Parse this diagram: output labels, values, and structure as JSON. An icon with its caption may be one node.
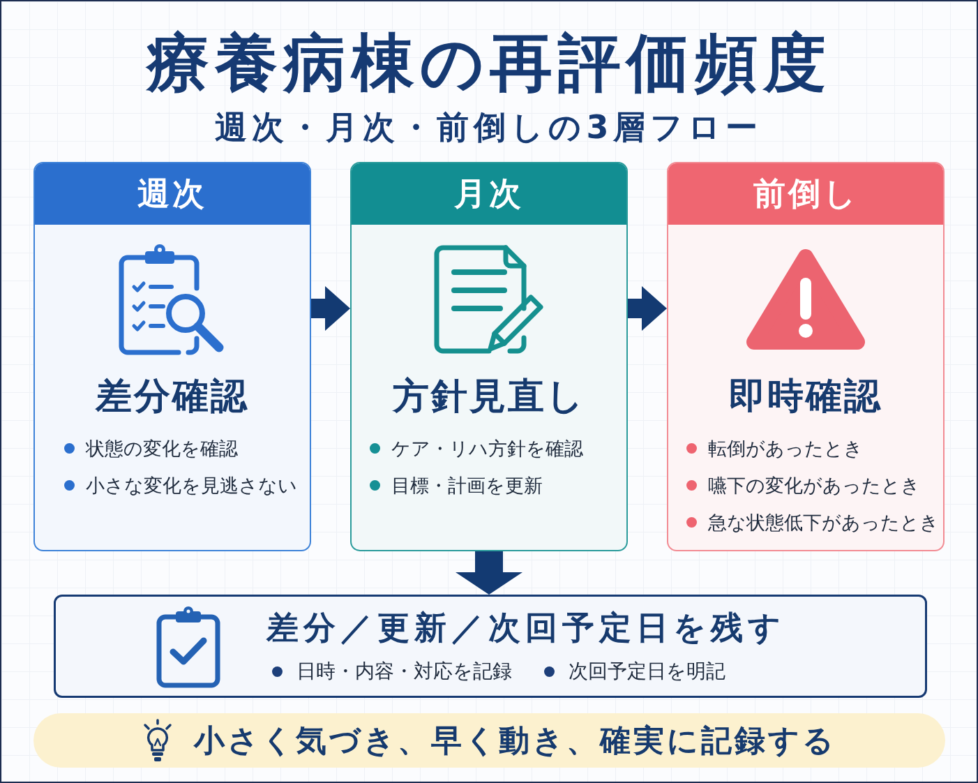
{
  "diagram": {
    "title": "療養病棟の再評価頻度",
    "nodes": [
      {
        "text": [
          "週次",
          "差分確認",
          "状態の変化を確認",
          "小さな変化を見逃さない"
        ]
      },
      {
        "text": [
          "月次",
          "方針見直し",
          "ケア・リハ方針を確認",
          "目標・計画を更新"
        ]
      },
      {
        "text": [
          "前倒し",
          "即時確認",
          "転倒があったとき",
          "嚥下の変化があったとき",
          "急な状態低下があったとき"
        ]
      },
      {
        "text": [
          "差分／更新／次回予定日を残す",
          "日時・内容・対応を記録",
          "次回予定日を明記"
        ]
      },
      {
        "text": [
          "小さく気づき、早く動き、確実に記録する"
        ]
      }
    ],
    "edges": [
      {
        "from": 0,
        "to": 1,
        "arrow": "to"
      },
      {
        "from": 1,
        "to": 2,
        "arrow": "to"
      },
      {
        "from": 1,
        "to": 3,
        "arrow": "to"
      }
    ],
    "labels": [
      "週次・月次・前倒しの3層フロー"
    ]
  }
}
